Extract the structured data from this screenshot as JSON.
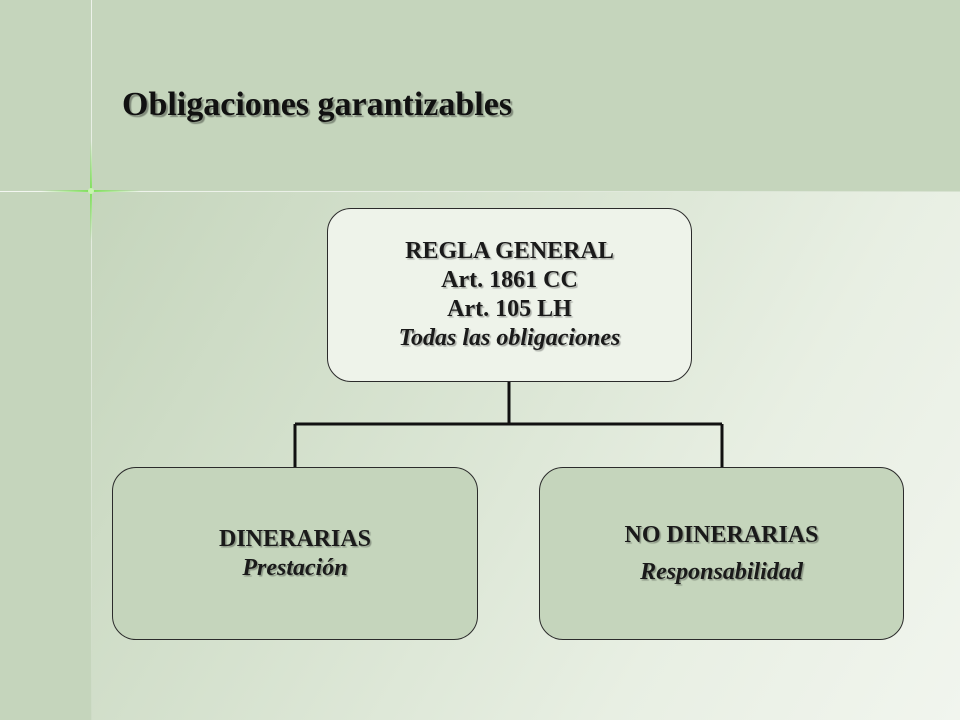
{
  "slide": {
    "title": "Obligaciones garantizables"
  },
  "top_node": {
    "line1": "REGLA GENERAL",
    "line2": "Art. 1861 CC",
    "line3": "Art. 105 LH",
    "line4": "Todas las obligaciones"
  },
  "left_node": {
    "line1": "DINERARIAS",
    "line2": "Prestación"
  },
  "right_node": {
    "line1": "NO DINERARIAS",
    "line2": "Responsabilidad"
  },
  "colors": {
    "background_green": "#c5d5bc",
    "top_box_fill": "#eef3ea",
    "connector": "#111111",
    "sparkle": "#7fe05a"
  }
}
